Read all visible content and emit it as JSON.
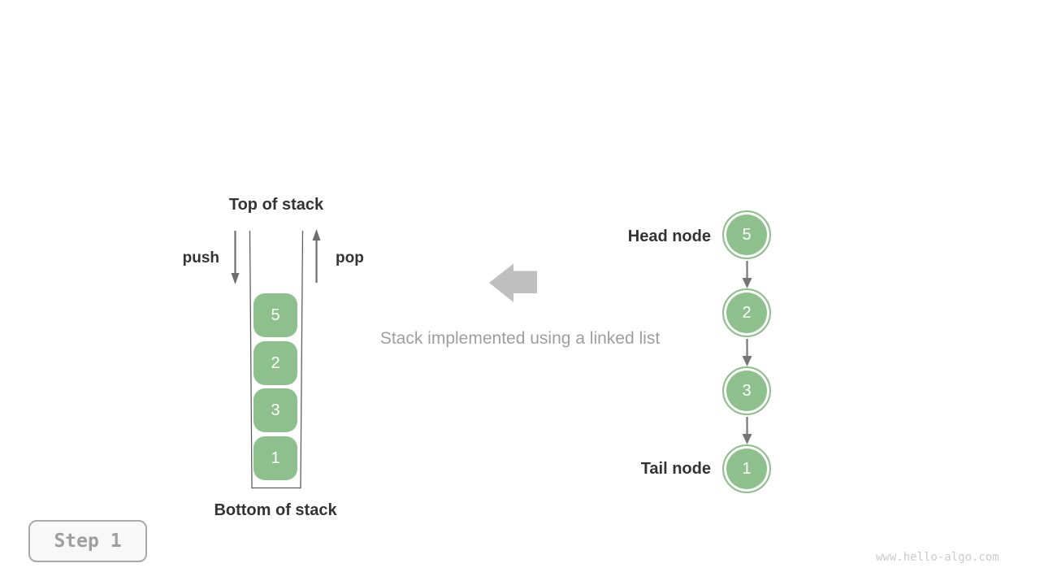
{
  "stack_panel": {
    "top_label": "Top of stack",
    "bottom_label": "Bottom of stack",
    "push_label": "push",
    "pop_label": "pop",
    "items": [
      "5",
      "2",
      "3",
      "1"
    ]
  },
  "linked_list_panel": {
    "head_label": "Head node",
    "tail_label": "Tail node",
    "nodes": [
      "5",
      "2",
      "3",
      "1"
    ]
  },
  "caption": "Stack implemented using a linked list",
  "step_badge": "Step 1",
  "watermark": "www.hello-algo.com",
  "colors": {
    "node_green": "#8ec08e",
    "arrow_gray": "#757575",
    "container_gray": "#5f5f5f",
    "block_arrow_gray": "#bfbfbf",
    "label_dark": "#333333",
    "caption_gray": "#9e9e9e",
    "step_gray": "#9e9e9e",
    "watermark_gray": "#cbcbcb"
  }
}
